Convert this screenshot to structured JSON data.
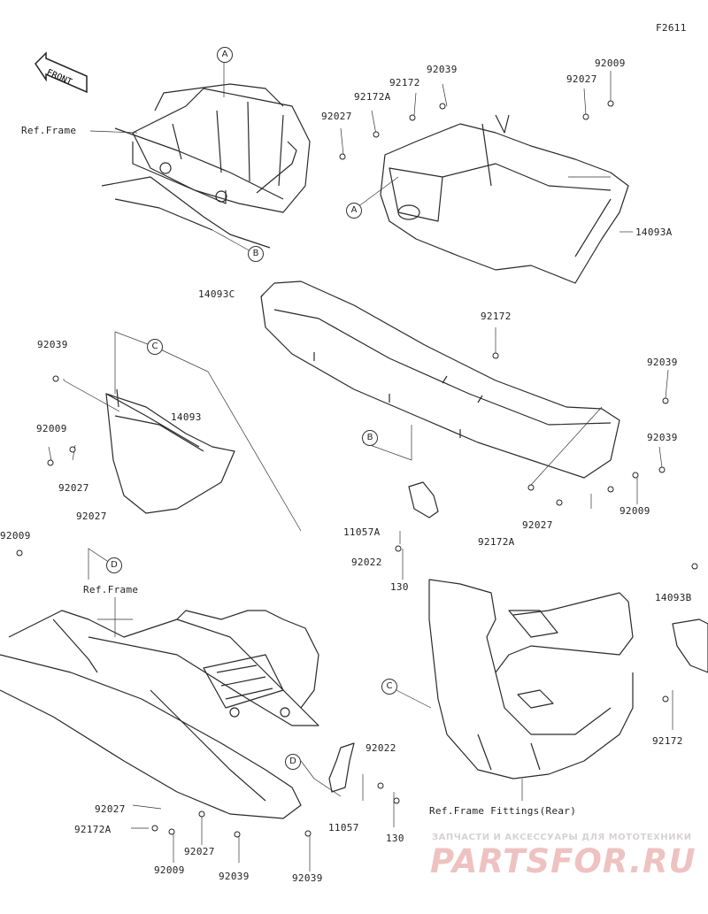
{
  "diagram": {
    "figure_code": "F2611",
    "front_label": "FRONT",
    "callouts": {
      "A_top": "A",
      "A_mid": "A",
      "B_upper": "B",
      "B_mid": "B",
      "C_left": "C",
      "C_right": "C",
      "D_left": "D",
      "D_lower": "D"
    },
    "ref_labels": {
      "ref_frame_top": "Ref.Frame",
      "ref_frame_left": "Ref.Frame",
      "ref_frame_fittings": "Ref.Frame Fittings(Rear)"
    },
    "part_labels": {
      "p92039_top": "92039",
      "p92009_top": "92009",
      "p92172_top": "92172",
      "p92172A_top": "92172A",
      "p92027_tr": "92027",
      "p92027_tl": "92027",
      "p14093A": "14093A",
      "p14093C": "14093C",
      "p92172_mid": "92172",
      "p92039_left": "92039",
      "p92039_right": "92039",
      "p92039_right2": "92039",
      "p14093": "14093",
      "p92009_left": "92009",
      "p92027_left": "92027",
      "p92027_left2": "92027",
      "p92009_edge": "92009",
      "p11057A": "11057A",
      "p92022_mid": "92022",
      "p130_mid": "130",
      "p92172A_mid": "92172A",
      "p92027_br": "92027",
      "p92009_br": "92009",
      "p14093B": "14093B",
      "p92172_br": "92172",
      "p92022_low": "92022",
      "p11057_low": "11057",
      "p130_low": "130",
      "p92027_bl": "92027",
      "p92172A_bl": "92172A",
      "p92009_bl": "92009",
      "p92027_bl2": "92027",
      "p92039_bl": "92039",
      "p92039_bl2": "92039"
    },
    "watermark": {
      "tagline": "ЗАПЧАСТИ И АКСЕССУАРЫ ДЛЯ МОТОТЕХНИКИ",
      "logo": "PARTSFOR.RU"
    }
  }
}
